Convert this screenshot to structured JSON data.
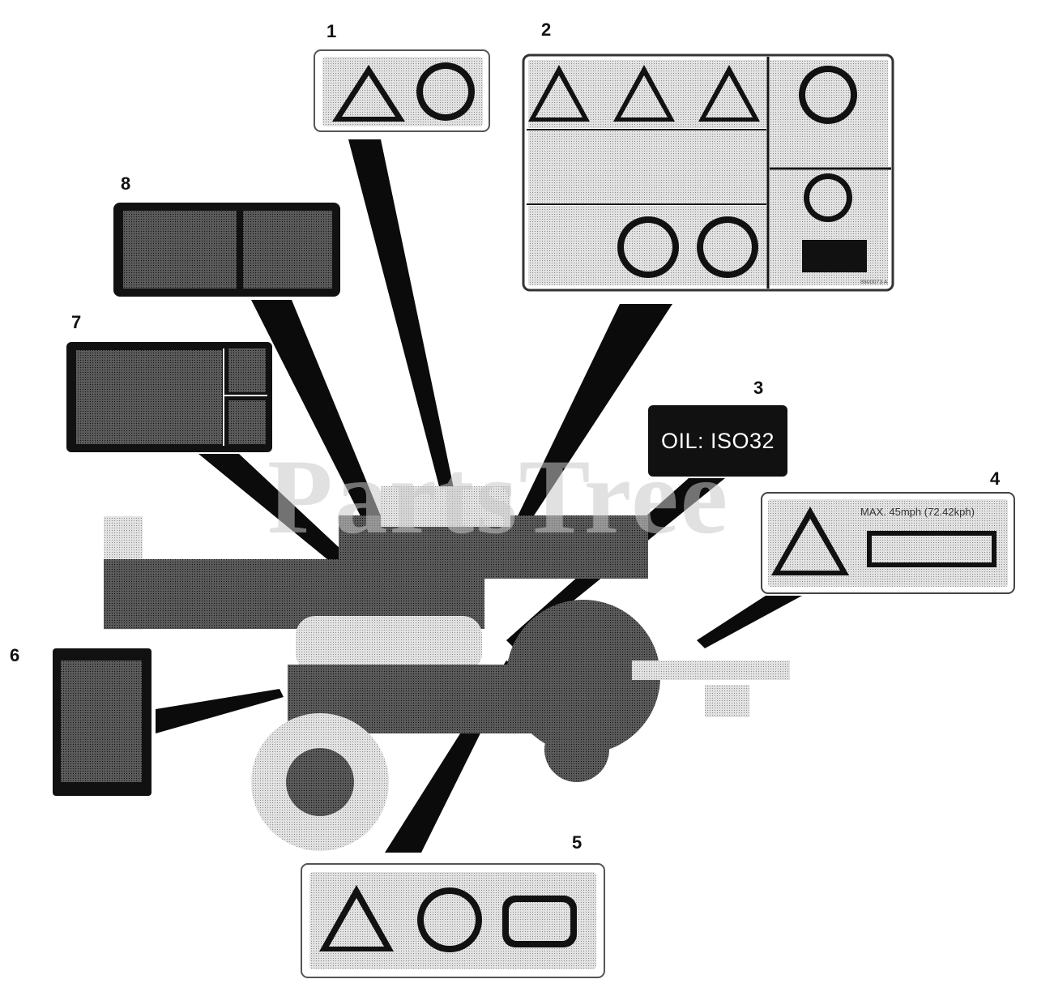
{
  "callouts": {
    "c1": "1",
    "c2": "2",
    "c3": "3",
    "c4": "4",
    "c5": "5",
    "c6": "6",
    "c7": "7",
    "c8": "8"
  },
  "decal3": {
    "text": "OIL: ISO32"
  },
  "decal4": {
    "speed_text": "MAX. 45mph (72.42kph)"
  },
  "decal2": {
    "part_number": "8800073 A"
  },
  "watermark": {
    "text": "PartsTree"
  },
  "colors": {
    "ink": "#111111",
    "decal_light": "#cfcfcf",
    "decal_dark": "#1a1a1a",
    "machine": "#6f6f6f"
  }
}
